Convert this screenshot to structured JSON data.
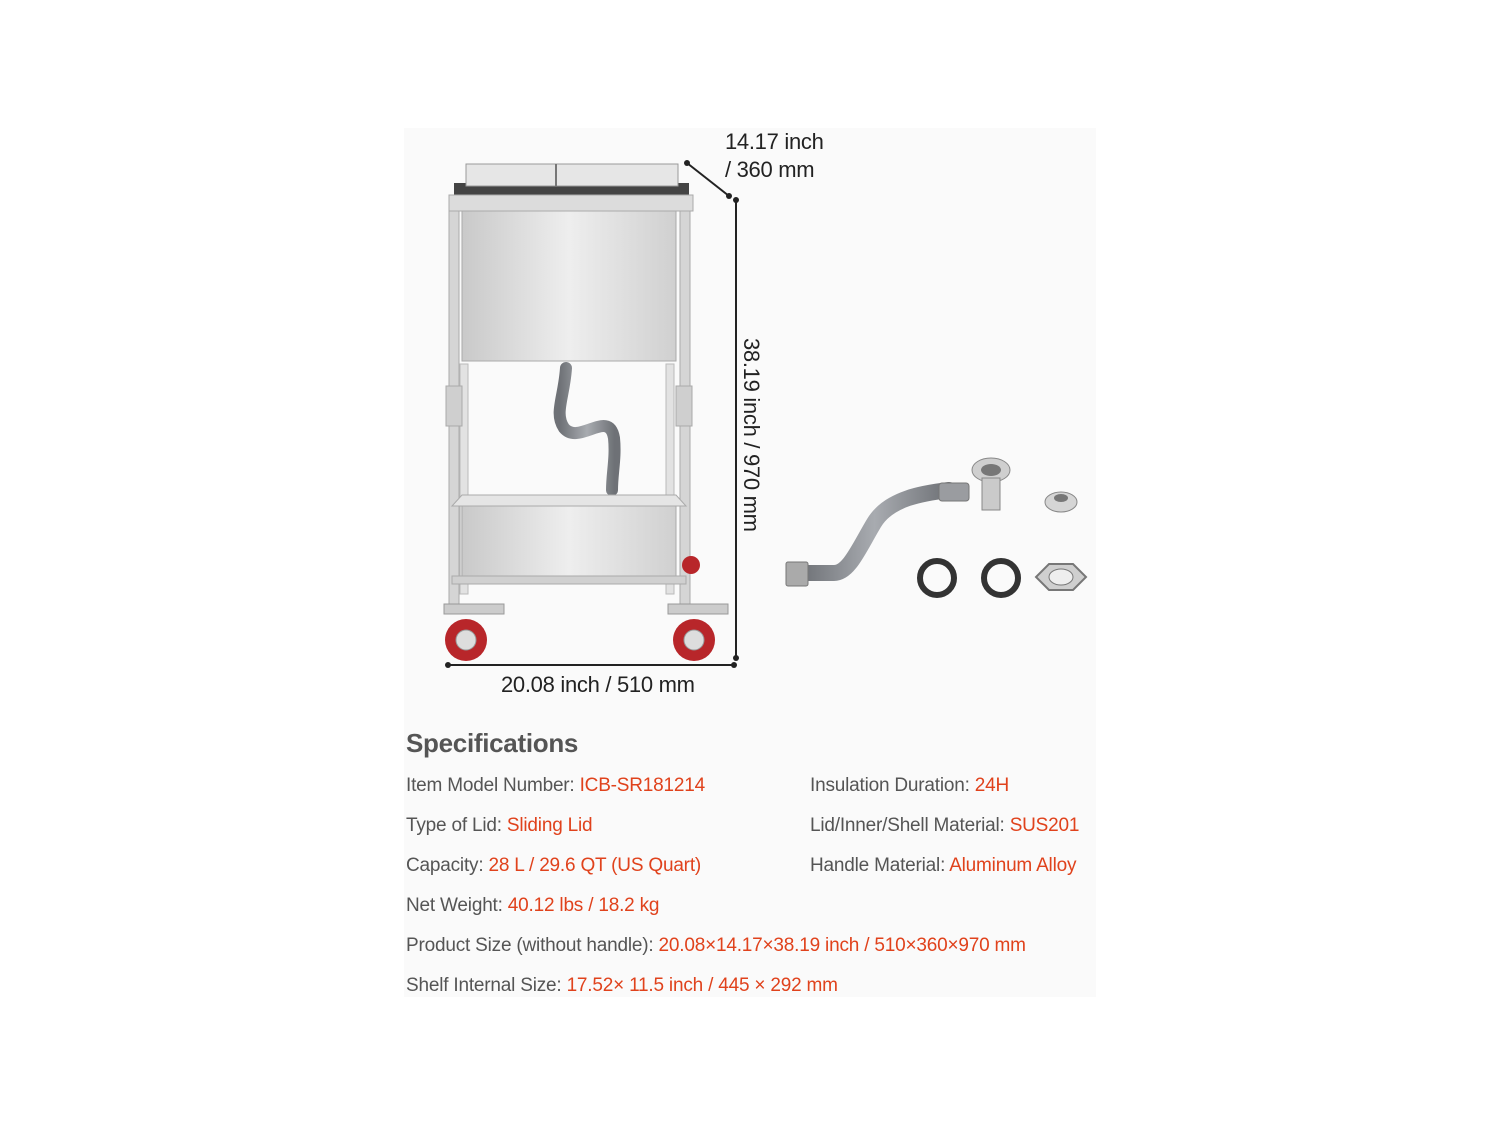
{
  "dimensions": {
    "depth_line1": "14.17 inch",
    "depth_line2": "/ 360 mm",
    "height": "38.19 inch / 970 mm",
    "width": "20.08 inch / 510 mm"
  },
  "specs": {
    "title": "Specifications",
    "left": [
      {
        "label": "Item Model Number: ",
        "value": "ICB-SR181214"
      },
      {
        "label": "Type of Lid: ",
        "value": "Sliding Lid"
      },
      {
        "label": "Capacity: ",
        "value": "28 L / 29.6 QT (US Quart)"
      },
      {
        "label": "Net Weight: ",
        "value": "40.12 lbs / 18.2 kg"
      },
      {
        "label": "Product Size (without handle): ",
        "value": "20.08×14.17×38.19 inch / 510×360×970 mm"
      },
      {
        "label": "Shelf Internal Size: ",
        "value": "17.52× 11.5 inch / 445 × 292 mm"
      }
    ],
    "right": [
      {
        "label": "Insulation Duration: ",
        "value": "24H"
      },
      {
        "label": "Lid/Inner/Shell Material: ",
        "value": "SUS201"
      },
      {
        "label": "Handle Material: ",
        "value": "Aluminum Alloy"
      }
    ]
  },
  "colors": {
    "accent": "#e0421c",
    "label": "#555555",
    "steel": "#d9d9d9",
    "hose": "#8a8d92",
    "wheel": "#b8262a"
  }
}
